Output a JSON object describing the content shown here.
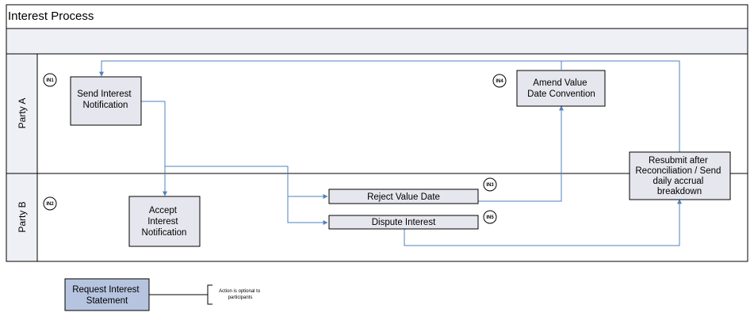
{
  "diagram": {
    "title": "Interest Process",
    "lanes": [
      {
        "id": "lane-a",
        "label": "Party A"
      },
      {
        "id": "lane-b",
        "label": "Party B"
      }
    ],
    "badges": {
      "in1": "IN1",
      "in2": "IN2",
      "in3": "IN3",
      "in4": "IN4",
      "in5": "IN5"
    },
    "boxes": {
      "send": [
        "Send Interest",
        "Notification"
      ],
      "amend": [
        "Amend Value",
        "Date Convention"
      ],
      "resubmit": [
        "Resubmit after",
        "Reconciliation / Send",
        "daily accrual",
        "breakdown"
      ],
      "accept": [
        "Accept",
        "Interest",
        "Notification"
      ],
      "reject": [
        "Reject Value Date"
      ],
      "dispute": [
        "Dispute Interest"
      ]
    },
    "legend": {
      "box": [
        "Request Interest",
        "Statement"
      ],
      "note": [
        "Action is optional to",
        "participants"
      ]
    },
    "colors": {
      "box_fill": "#e6e6ee",
      "optional_fill": "#b6c4e0",
      "header_fill": "#eef0f6",
      "connector": "#4f81bd",
      "border": "#000000"
    }
  }
}
